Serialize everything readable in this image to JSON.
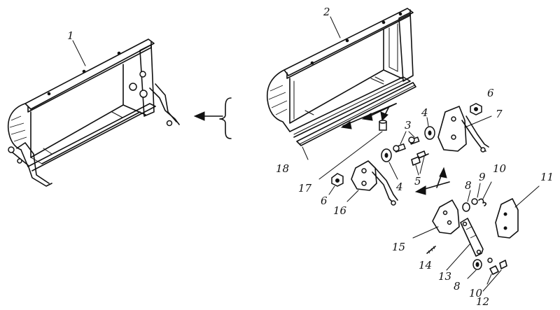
{
  "labels": {
    "l1": "1",
    "l2": "2",
    "l3": "3",
    "l4a": "4",
    "l4b": "4",
    "l5": "5",
    "l6a": "6",
    "l6b": "6",
    "l7": "7",
    "l8a": "8",
    "l8b": "8",
    "l9": "9",
    "l10a": "10",
    "l10b": "10",
    "l11": "11",
    "l12": "12",
    "l13": "13",
    "l14": "14",
    "l15": "15",
    "l16": "16",
    "l17": "17",
    "l18": "18"
  }
}
